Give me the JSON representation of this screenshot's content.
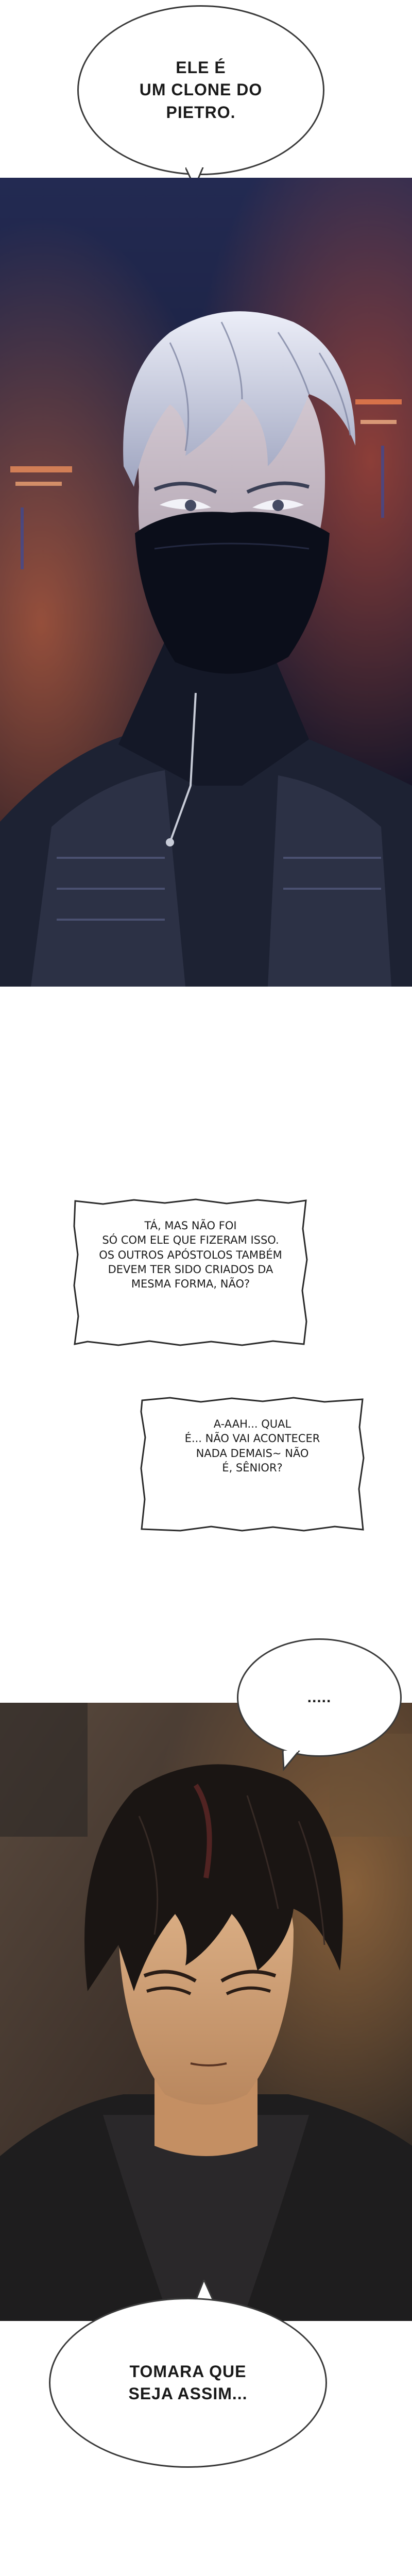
{
  "balloons": {
    "b1": "ELE É\nUM CLONE DO\nPIETRO.",
    "b2": "TÁ, MAS NÃO FOI\nSÓ COM ELE QUE FIZERAM ISSO.\nOS OUTROS APÓSTOLOS TAMBÉM\nDEVEM TER SIDO CRIADOS DA\nMESMA FORMA, NÃO?",
    "b3": "A-AAH... QUAL\nÉ... NÃO VAI ACONTECER\nNADA DEMAIS~ NÃO\nÉ, SÊNIOR?",
    "b4": ".....",
    "b5": "TOMARA QUE\nSEJA ASSIM..."
  },
  "panels": {
    "panel1_desc": "masked-soldier",
    "panel2_desc": "dark-haired-man"
  },
  "colors": {
    "panel1_bg_top": "#1b2140",
    "panel1_bg_bottom": "#0b0f20",
    "panel1_neon": "#ff6a3a",
    "panel2_bg": "#4a3a30",
    "balloon_border": "#3a3a3a"
  }
}
